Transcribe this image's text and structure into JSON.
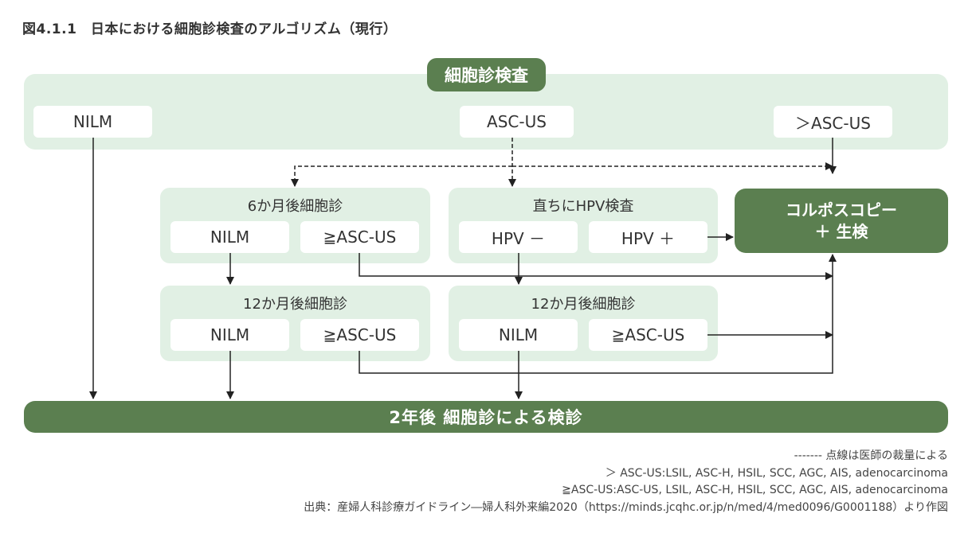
{
  "figure_title": "図4.1.1　日本における細胞診検査のアルゴリズム（現行）",
  "start": "細胞診検査",
  "top_results": {
    "nilm": "NILM",
    "ascus": "ASC-US",
    "gt_ascus": "＞ASC-US"
  },
  "panel_6m": {
    "title": "6か月後細胞診",
    "nilm": "NILM",
    "ge_ascus": "≧ASC-US"
  },
  "panel_hpv": {
    "title": "直ちにHPV検査",
    "neg": "HPV －",
    "pos": "HPV ＋"
  },
  "panel_12m_left": {
    "title": "12か月後細胞診",
    "nilm": "NILM",
    "ge_ascus": "≧ASC-US"
  },
  "panel_12m_right": {
    "title": "12か月後細胞診",
    "nilm": "NILM",
    "ge_ascus": "≧ASC-US"
  },
  "colposcopy": {
    "line1": "コルポスコピー",
    "line2": "＋ 生検"
  },
  "bottom": "2年後  細胞診による検診",
  "footnotes": [
    "------- 点線は医師の裁量による",
    "＞ ASC-US:LSIL, ASC-H, HSIL, SCC, AGC, AIS, adenocarcinoma",
    "≧ASC-US:ASC-US, LSIL, ASC-H, HSIL, SCC, AGC, AIS, adenocarcinoma",
    "出典：産婦人科診療ガイドライン―婦人科外来編2020（https://minds.jcqhc.or.jp/n/med/4/med0096/G0001188）より作図"
  ],
  "colors": {
    "dark_green": "#5b7f50",
    "light_green": "#e1f0e4",
    "line": "#222222"
  }
}
